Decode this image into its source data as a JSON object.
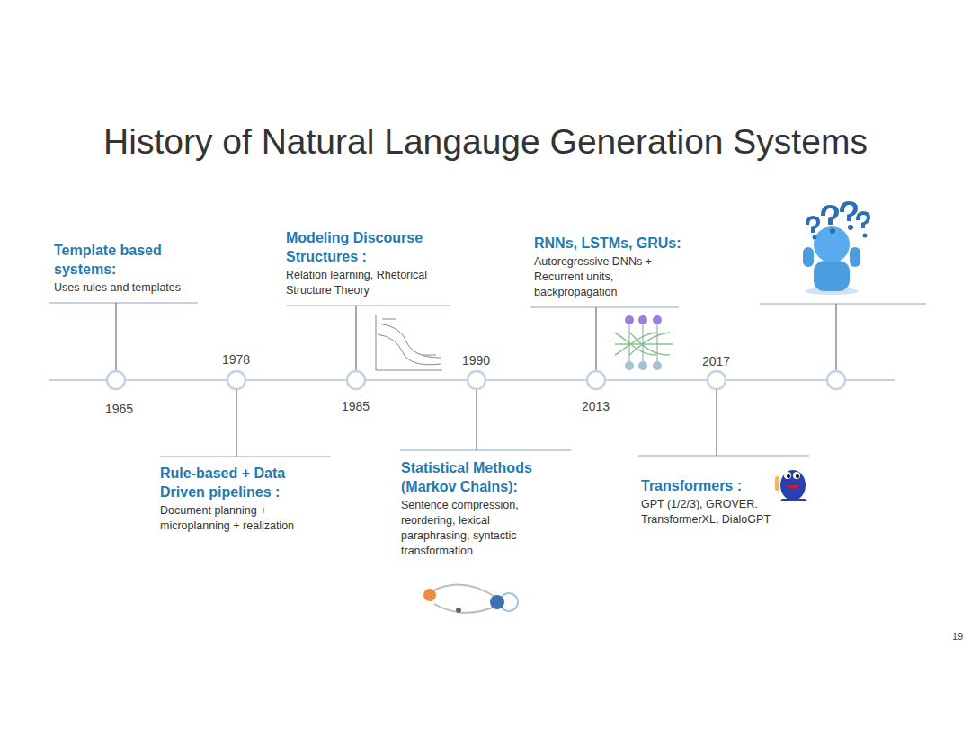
{
  "diagram": {
    "title": "History of Natural Langauge Generation Systems",
    "nodes": [
      {
        "text": [
          "Template based systems:",
          "Uses rules and templates"
        ]
      },
      {
        "text": [
          "Rule-based + Data Driven pipelines :",
          "Document planning + microplanning + realization"
        ]
      },
      {
        "text": [
          "Modeling Discourse Structures :",
          "Relation learning, Rhetorical Structure Theory"
        ]
      },
      {
        "text": [
          "Statistical Methods (Markov Chains):",
          "Sentence compression, reordering, lexical paraphrasing, syntactic transformation"
        ]
      },
      {
        "text": [
          "RNNs, LSTMs, GRUs:",
          "Autoregressive DNNs + Recurrent units, backpropagation"
        ]
      },
      {
        "text": [
          "Transformers :",
          "GPT (1/2/3), GROVER. TransformerXL, DialoGPT"
        ]
      }
    ],
    "labels": [
      "1965",
      "1978",
      "1985",
      "1990",
      "2013",
      "2017",
      "19"
    ]
  }
}
